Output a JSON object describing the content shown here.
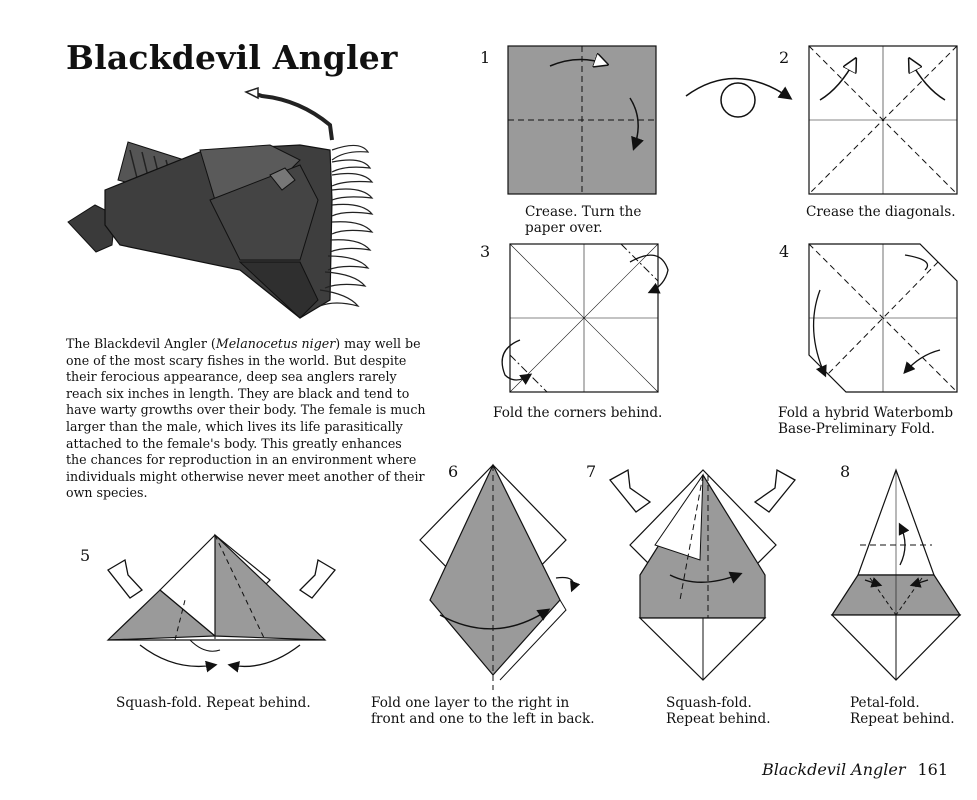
{
  "title": "Blackdevil Angler",
  "intro": {
    "before_italic": "The Blackdevil Angler (",
    "italic": "Melanocetus niger",
    "after_italic": ") may well be one of the most scary fishes in the world. But despite their ferocious appearance, deep sea anglers rarely reach six inches in length. They are black and tend to have warty growths over their body. The female is much larger than the male, which lives its life parasitically attached to the female's body. This greatly enhances the chances for reproduction in an environment where individuals might otherwise never meet another of their own species."
  },
  "steps": [
    {
      "num": "1",
      "caption": [
        "Crease. Turn the",
        "paper over."
      ]
    },
    {
      "num": "2",
      "caption": [
        "Crease the diagonals."
      ]
    },
    {
      "num": "3",
      "caption": [
        "Fold the corners behind."
      ]
    },
    {
      "num": "4",
      "caption": [
        "Fold a hybrid Waterbomb",
        "Base-Preliminary Fold."
      ]
    },
    {
      "num": "5",
      "caption": [
        "Squash-fold. Repeat behind."
      ]
    },
    {
      "num": "6",
      "caption": [
        "Fold one layer to the right in",
        "front and one to the left in back."
      ]
    },
    {
      "num": "7",
      "caption": [
        "Squash-fold.",
        "Repeat behind."
      ]
    },
    {
      "num": "8",
      "caption": [
        "Petal-fold.",
        "Repeat behind."
      ]
    }
  ],
  "footer": {
    "title": "Blackdevil Angler",
    "page": "161"
  },
  "colors": {
    "paper_color_side": "#9a9a9a",
    "fish_body": "#3c3c3c",
    "ink": "#111111"
  }
}
